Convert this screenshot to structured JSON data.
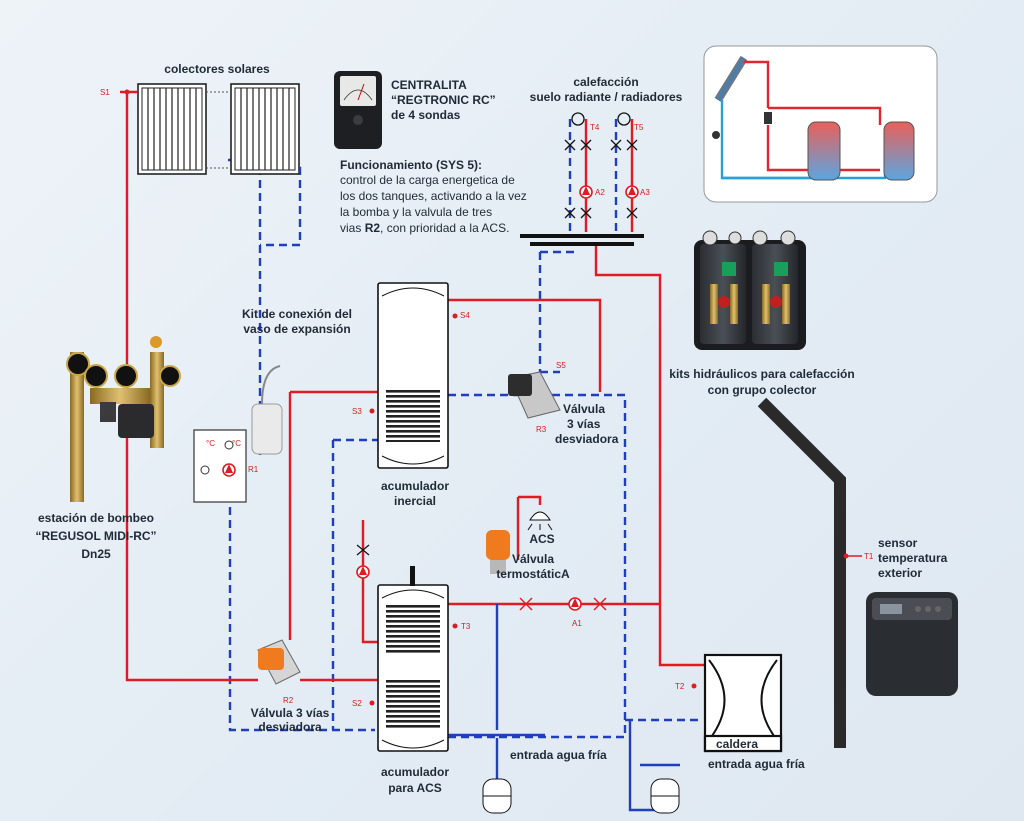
{
  "colors": {
    "supply": "#e11b22",
    "return": "#1f3fbf",
    "tag": "#d61f1f"
  },
  "labels": {
    "collectors": "colectores solares",
    "controller_title_1": "CENTRALITA",
    "controller_title_2": "“REGTRONIC RC”",
    "controller_title_3": "de 4 sondas",
    "function_title": "Funcionamiento (SYS 5):",
    "function_line1": "control de la carga energetica de",
    "function_line2": "los dos tanques, activando a la vez",
    "function_line3": "la bomba y la valvula de tres",
    "function_line4_a": "vias ",
    "function_line4_b": "R2",
    "function_line4_c": ", con prioridad a la ACS.",
    "heating_1": "calefacción",
    "heating_2": "suelo radiante / radiadores",
    "expansion_1": "Kit de conexión del",
    "expansion_2": "vaso de expansión",
    "hydraulic_1": "kits hidráulicos para calefacción",
    "hydraulic_2": "con grupo colector",
    "valve_r3_1": "Válvula",
    "valve_r3_2": "3 vías",
    "valve_r3_3": "desviadora",
    "inertia_1": "acumulador",
    "inertia_2": "inercial",
    "pump_station_1": "estación de bombeo",
    "pump_station_2": "“REGUSOL MIDI-RC”",
    "pump_station_3": "Dn25",
    "acs": "ACS",
    "thermo_valve_1": "Válvula",
    "thermo_valve_2": "termostáticA",
    "sensor_1": "sensor",
    "sensor_2": "temperatura",
    "sensor_3": "exterior",
    "valve_r2_1": "Válvula 3 vías",
    "valve_r2_2": "desviadora",
    "cold_water_1": "entrada agua fría",
    "dhw_tank_1": "acumulador",
    "dhw_tank_2": "para ACS",
    "boiler": "caldera",
    "cold_water_2": "entrada agua fría"
  },
  "tags": {
    "s1": "S1",
    "s2": "S2",
    "s3": "S3",
    "s4": "S4",
    "s5": "S5",
    "t1": "T1",
    "t2": "T2",
    "t3": "T3",
    "t4": "T4",
    "t5": "T5",
    "r1": "R1",
    "r2": "R2",
    "r3": "R3",
    "a1": "A1",
    "a2": "A2",
    "a3": "A3",
    "deg1": "°C",
    "deg2": "°C"
  }
}
